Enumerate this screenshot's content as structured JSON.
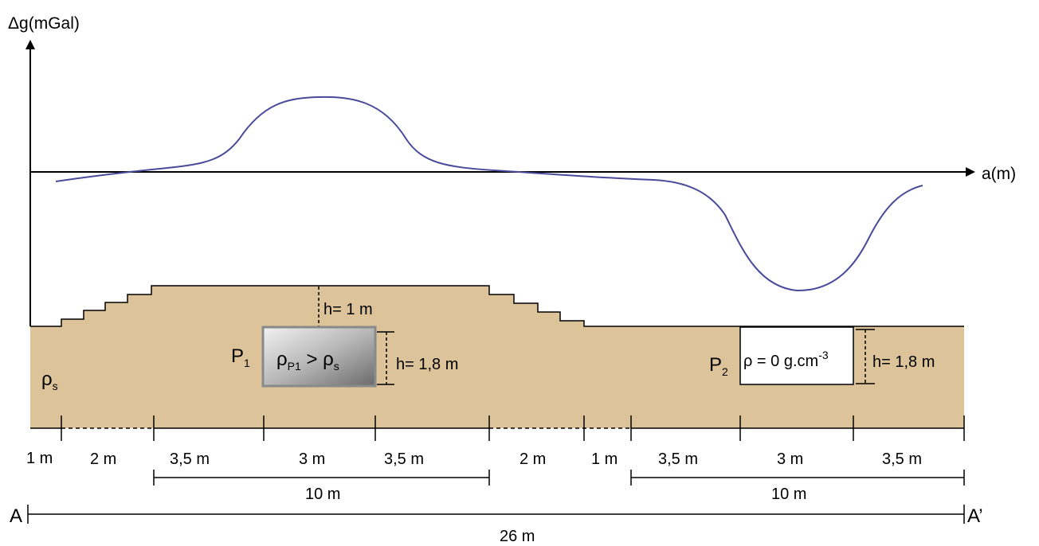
{
  "axes": {
    "y_label": "Δg(mGal)",
    "x_label": "a(m)"
  },
  "curve": {
    "color": "#4a4a9a",
    "description_values": "anomaly curve: positive over P1, negative over P2"
  },
  "ground": {
    "color": "#dcc39a",
    "density_label": "ρ",
    "density_sub": "s"
  },
  "body1": {
    "name": "P",
    "name_sub": "1",
    "density_expr_main": "ρ",
    "density_expr_sub": "P1",
    "density_expr_op": " > ρ",
    "density_expr_sub2": "s",
    "height_label": "h= 1,8 m",
    "mound_height_label": "h= 1 m"
  },
  "body2": {
    "name": "P",
    "name_sub": "2",
    "density_label_main": "ρ = 0 g.cm",
    "density_label_exp": "-3",
    "height_label": "h= 1,8 m"
  },
  "segments": [
    "1 m",
    "2 m",
    "3,5 m",
    "3 m",
    "3,5 m",
    "2 m",
    "1 m",
    "3,5 m",
    "3 m",
    "3,5 m"
  ],
  "spans": {
    "left_10": "10 m",
    "right_10": "10 m",
    "total": "26 m",
    "start": "A",
    "end": "A’"
  }
}
